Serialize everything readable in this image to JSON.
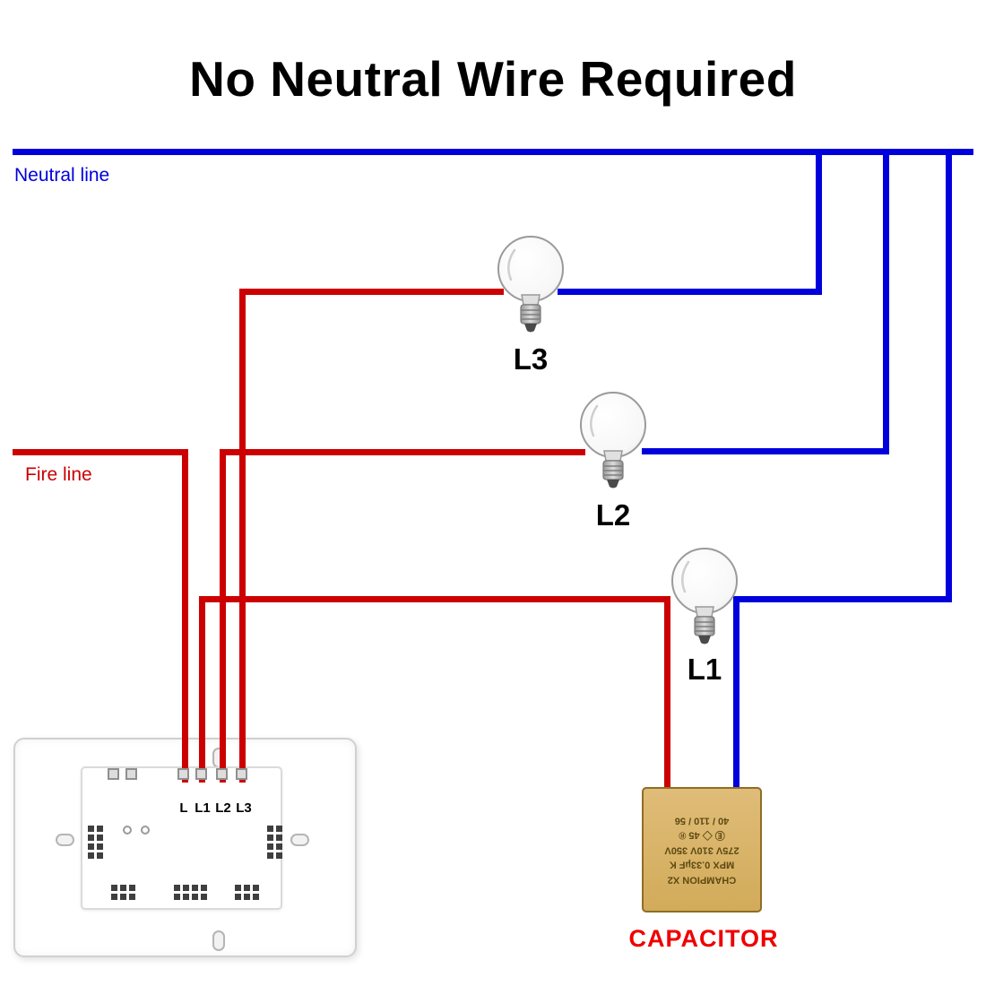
{
  "title": "No Neutral Wire Required",
  "colors": {
    "neutral_blue": "#0000dd",
    "live_red": "#cc0000",
    "capacitor_tan": "#d7af63",
    "capacitor_label_red": "#ee0000"
  },
  "wires": {
    "neutral_label": "Neutral line",
    "fire_label": "Fire line"
  },
  "bulbs": [
    {
      "label": "L3"
    },
    {
      "label": "L2"
    },
    {
      "label": "L1"
    }
  ],
  "switch": {
    "terminals": [
      "L",
      "L1",
      "L2",
      "L3"
    ]
  },
  "capacitor": {
    "label": "CAPACITOR",
    "markings": [
      "CHAMPION X2",
      "MPX 0.33µF K",
      "275V 310V 350V",
      "Ⓔ ◇ 45 ®",
      "40 / 110 / 56"
    ]
  }
}
